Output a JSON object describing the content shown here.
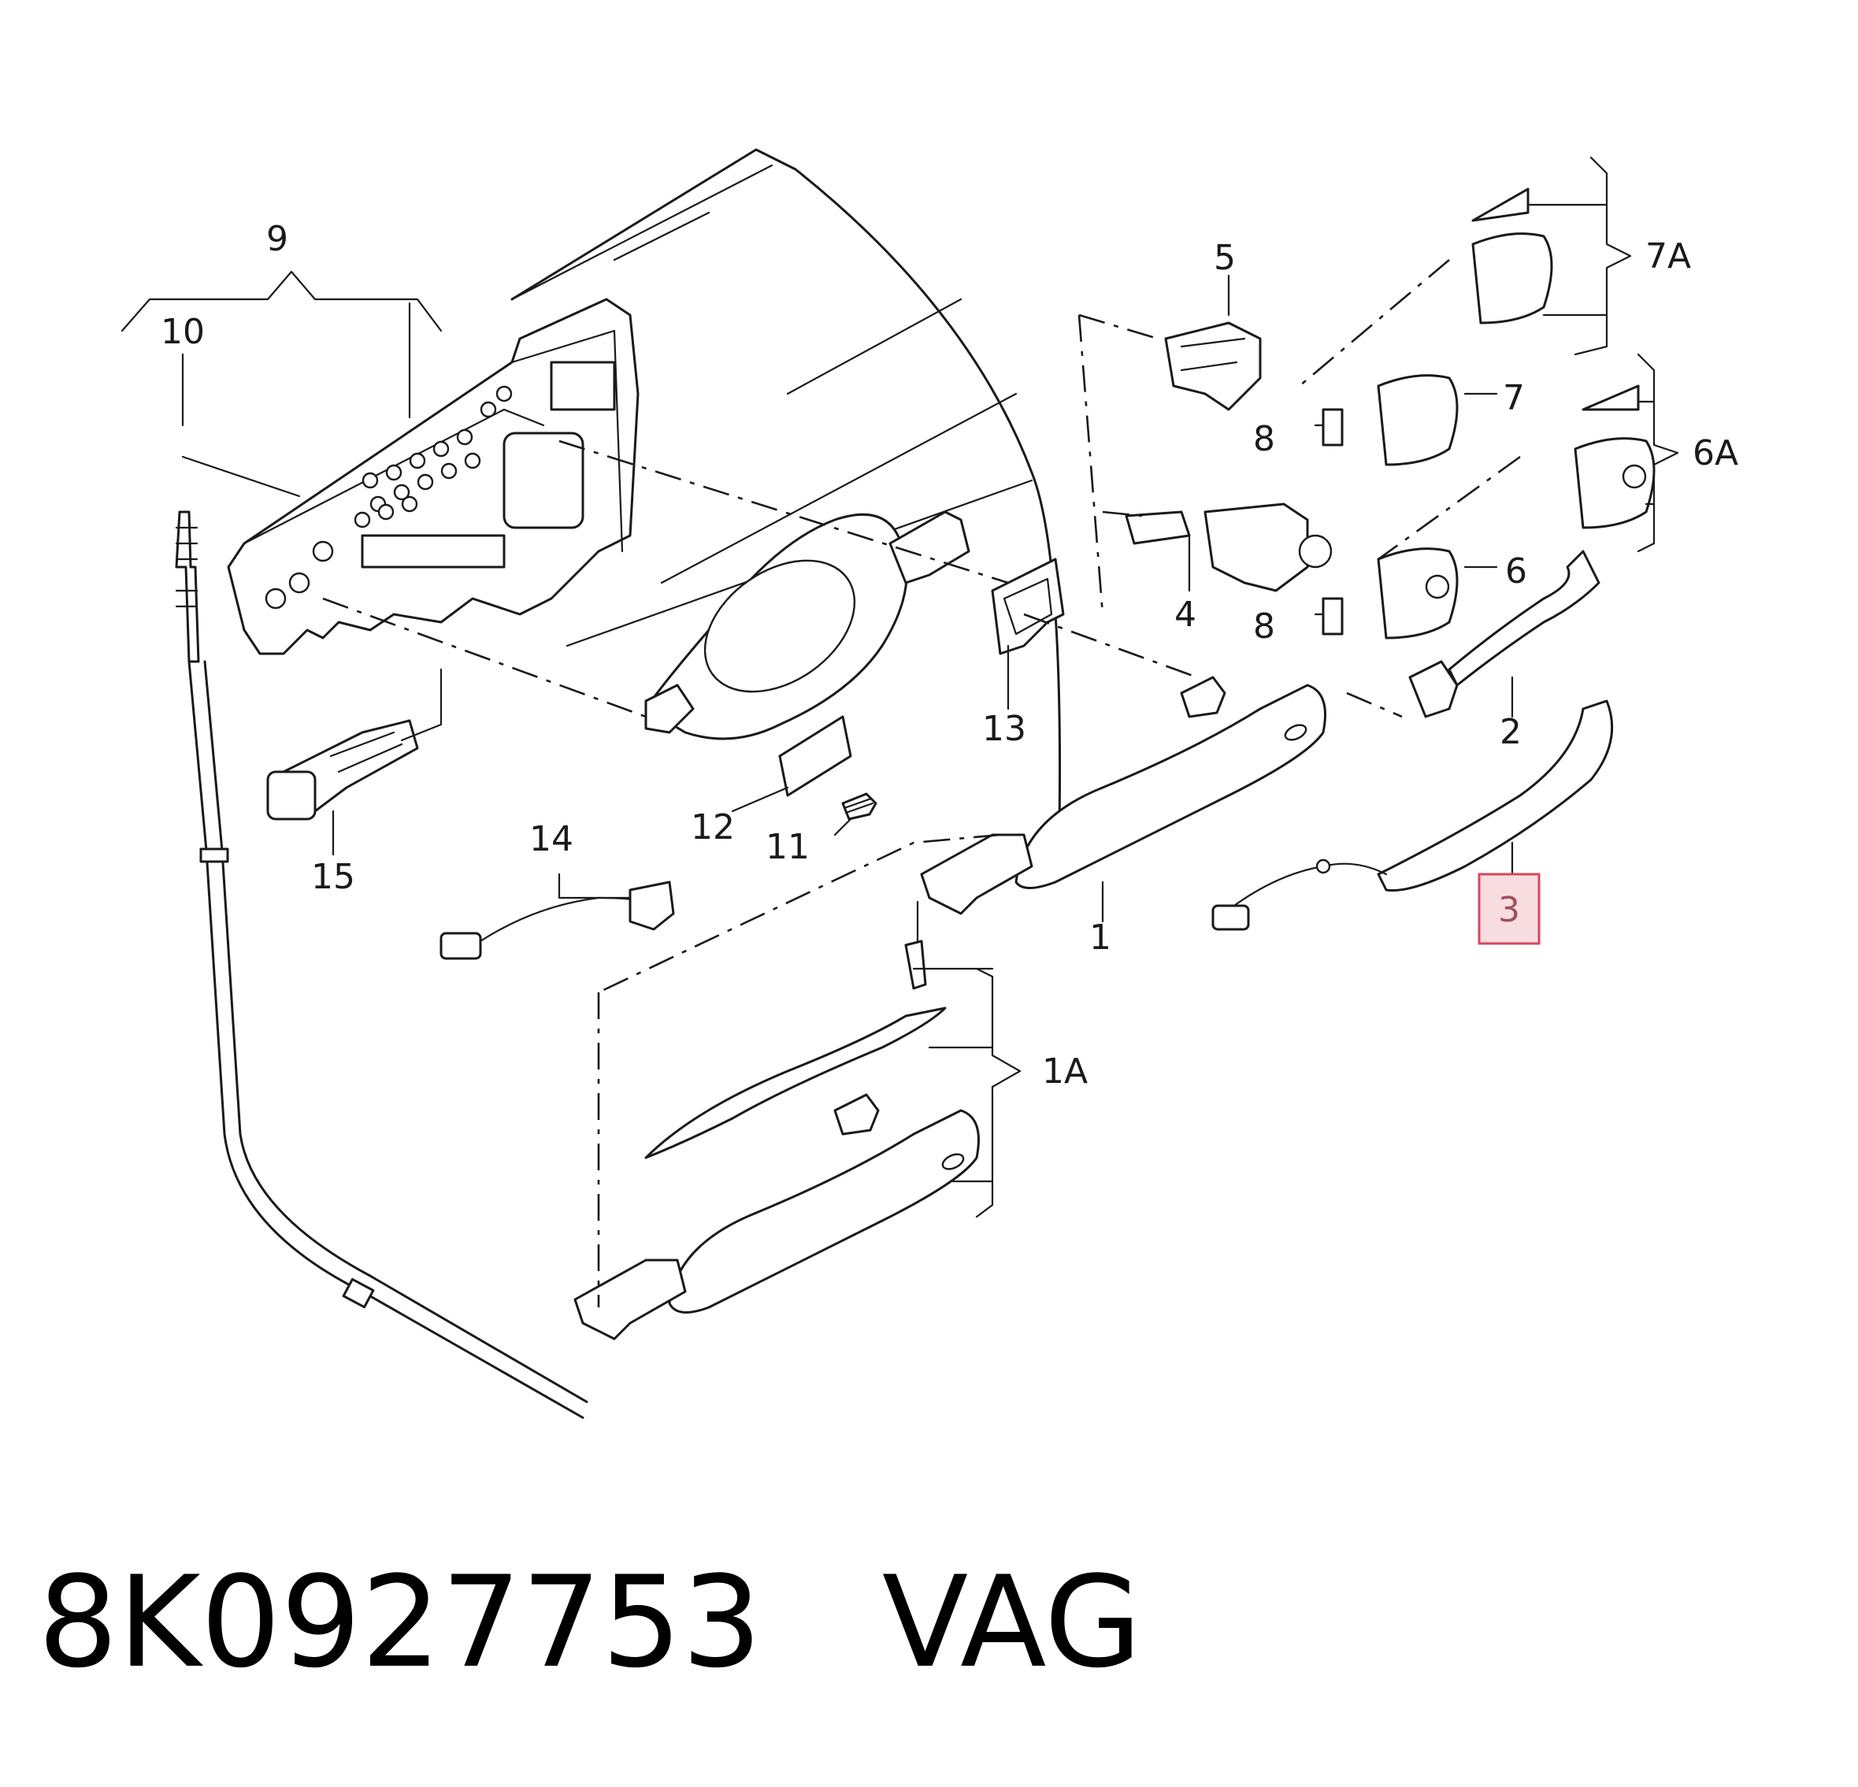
{
  "diagram": {
    "callouts": {
      "c1": "1",
      "c1a": "1A",
      "c2": "2",
      "c3": "3",
      "c4": "4",
      "c5": "5",
      "c6": "6",
      "c6a": "6A",
      "c7": "7",
      "c7a": "7A",
      "c8a": "8",
      "c8b": "8",
      "c9": "9",
      "c10": "10",
      "c11": "11",
      "c12": "12",
      "c13": "13",
      "c14": "14",
      "c15": "15"
    },
    "highlighted_callout": "3",
    "highlight_color": "#d9455f"
  },
  "footer": {
    "part_number": "8K0927753",
    "brand": "VAG"
  }
}
